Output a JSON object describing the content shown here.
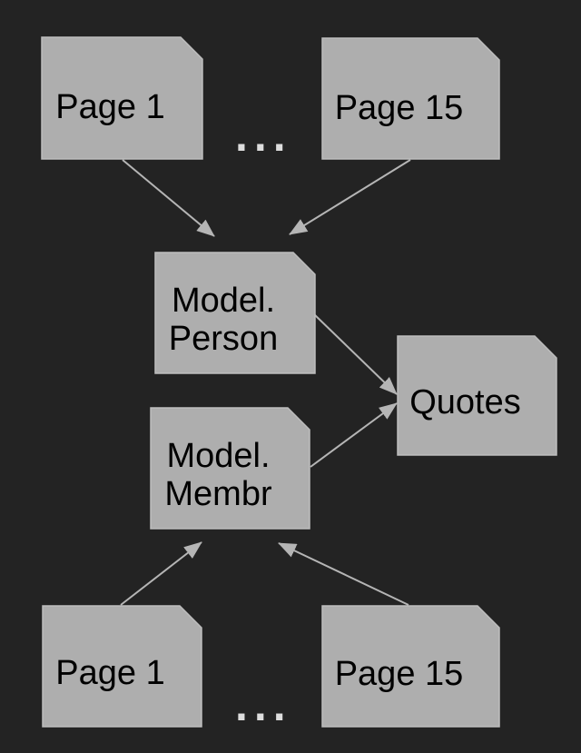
{
  "colors": {
    "background": "#232323",
    "node_fill": "#aeaeae",
    "node_border": "#bdbdbd",
    "arrow": "#b5b5b5",
    "label": "#000000",
    "ellipsis": "#dddddd"
  },
  "nodes": {
    "page1_top": {
      "label": "Page 1"
    },
    "page15_top": {
      "label": "Page 15"
    },
    "model_person": {
      "line1": "Model.",
      "line2": "Person"
    },
    "model_membr": {
      "line1": "Model.",
      "line2": "Membr"
    },
    "quotes": {
      "label": "Quotes"
    },
    "page1_bottom": {
      "label": "Page 1"
    },
    "page15_bottom": {
      "label": "Page 15"
    }
  },
  "ellipsis": {
    "top": "...",
    "bottom": "..."
  },
  "edges": [
    {
      "from": "page1_top",
      "to": "model_person"
    },
    {
      "from": "page15_top",
      "to": "model_person"
    },
    {
      "from": "model_person",
      "to": "quotes"
    },
    {
      "from": "model_membr",
      "to": "quotes"
    },
    {
      "from": "page1_bottom",
      "to": "model_membr"
    },
    {
      "from": "page15_bottom",
      "to": "model_membr"
    }
  ]
}
